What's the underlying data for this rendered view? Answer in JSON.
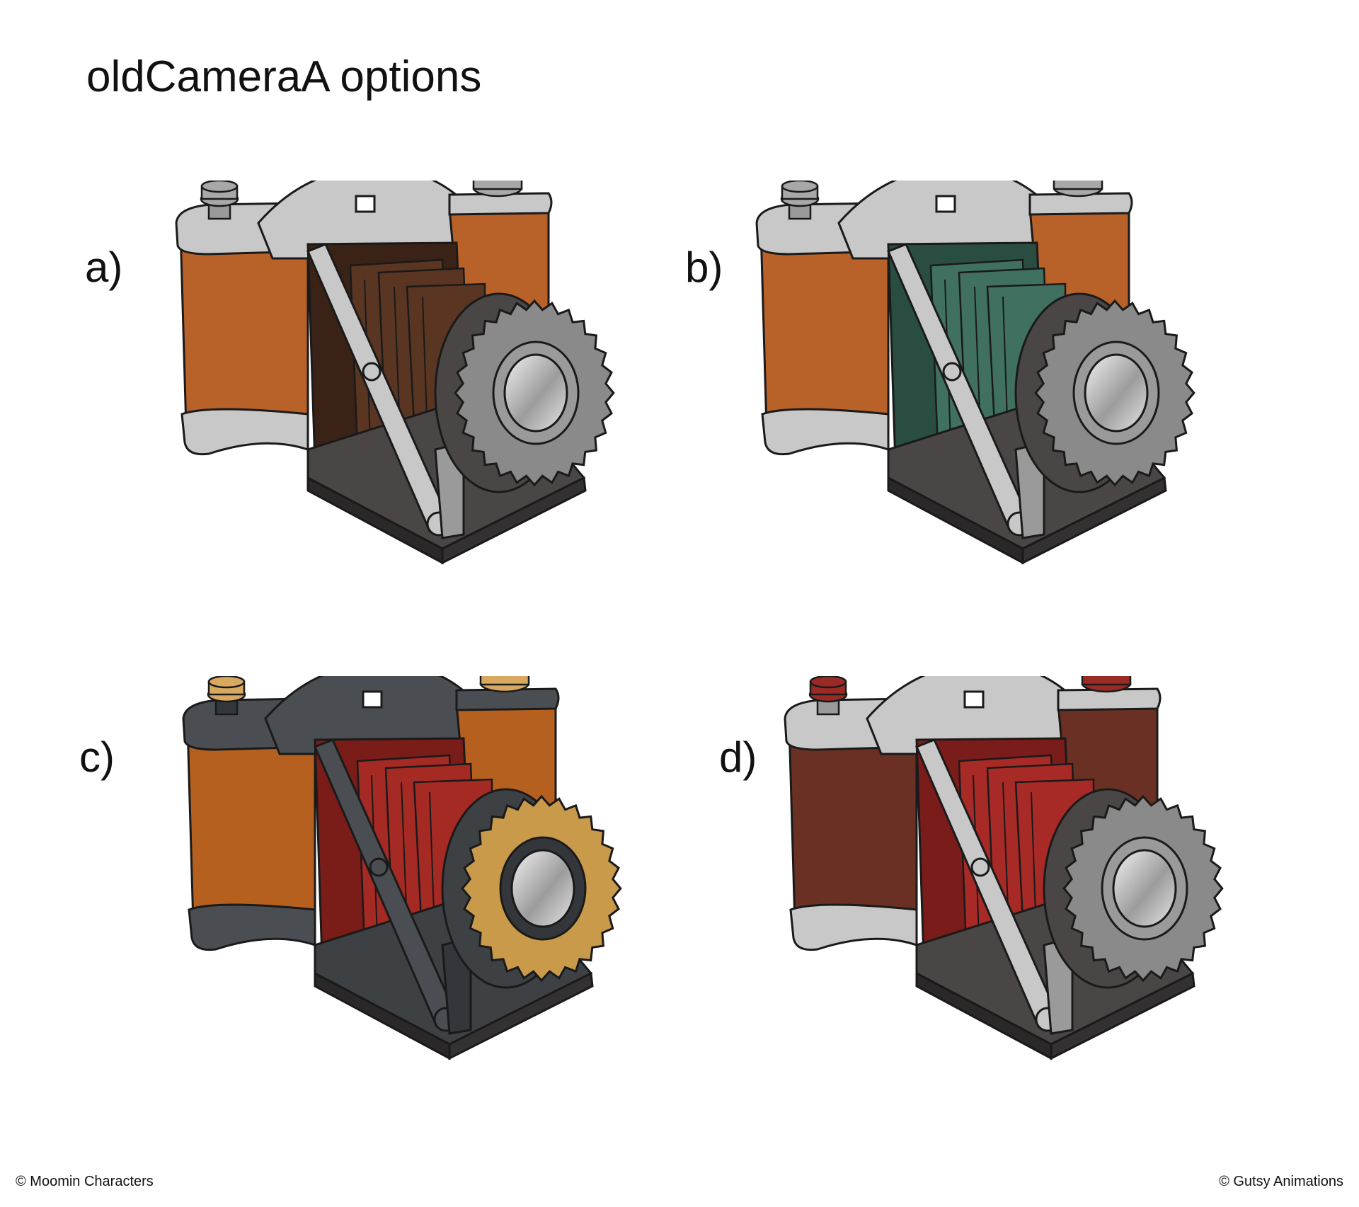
{
  "title": "oldCameraA options",
  "options": [
    {
      "label": "a)",
      "colors": {
        "metal": "#c8c8c8",
        "metal_dark": "#9a9a9a",
        "leather": "#b8622a",
        "bellows": "#5a3522",
        "bellows_dark": "#3a2216",
        "lens_ring": "#8a8a8a",
        "knob": "#a8a8a8",
        "base": "#4a4646"
      }
    },
    {
      "label": "b)",
      "colors": {
        "metal": "#c8c8c8",
        "metal_dark": "#9a9a9a",
        "leather": "#b8622a",
        "bellows": "#3f7060",
        "bellows_dark": "#2a4d42",
        "lens_ring": "#8a8a8a",
        "knob": "#a8a8a8",
        "base": "#4a4646"
      }
    },
    {
      "label": "c)",
      "colors": {
        "metal": "#4a4e52",
        "metal_dark": "#33363a",
        "leather": "#b5601f",
        "bellows": "#a52a24",
        "bellows_dark": "#7a1c18",
        "lens_ring": "#c89a4a",
        "knob": "#d8a860",
        "base": "#3e4144"
      }
    },
    {
      "label": "d)",
      "colors": {
        "metal": "#c8c8c8",
        "metal_dark": "#9a9a9a",
        "leather": "#6a3024",
        "bellows": "#a82a26",
        "bellows_dark": "#7a1c1a",
        "lens_ring": "#8a8a8a",
        "knob": "#9a2a26",
        "base": "#4a4646"
      }
    }
  ],
  "footer": {
    "left": "© Moomin Characters",
    "right": "© Gutsy Animations"
  }
}
